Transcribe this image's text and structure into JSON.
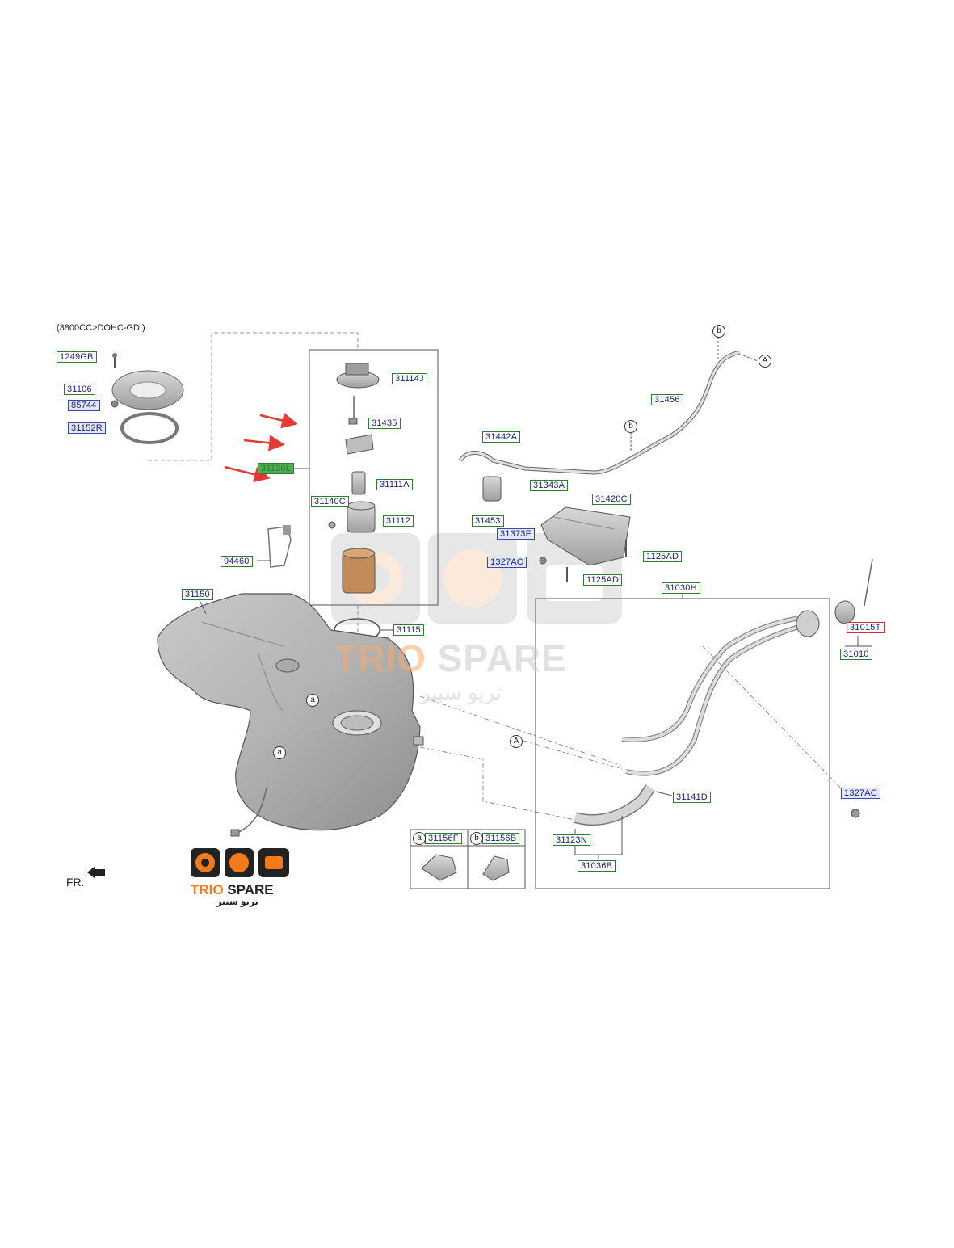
{
  "header": {
    "engine_note": "(3800CC>DOHC-GDI)"
  },
  "front_label": "FR.",
  "brand": {
    "name_part1": "TRIO",
    "name_part2": " SPARE",
    "arabic": "تريو سبير"
  },
  "part_labels": {
    "p1249GB": "1249GB",
    "p31106": "31106",
    "p85744": "85744",
    "p31152R": "31152R",
    "p31114J": "31114J",
    "p31435": "31435",
    "p31120L": "31120L",
    "p31111A": "31111A",
    "p31140C": "31140C",
    "p31112": "31112",
    "p94460": "94460",
    "p31150": "31150",
    "p31115": "31115",
    "p31442A": "31442A",
    "p31456": "31456",
    "p31343A": "31343A",
    "p31420C": "31420C",
    "p31453": "31453",
    "p31373F": "31373F",
    "p1327AC_a": "1327AC",
    "p1125AD_a": "1125AD",
    "p1125AD_b": "1125AD",
    "p31030H": "31030H",
    "p31015T": "31015T",
    "p31010": "31010",
    "p31141D": "31141D",
    "p1327AC_b": "1327AC",
    "p31123N": "31123N",
    "p31036B": "31036B",
    "p31156F": "31156F",
    "p31156B": "31156B"
  },
  "refs": {
    "a": "a",
    "b": "b",
    "A": "A"
  },
  "colors": {
    "label_border": "#2e7d32",
    "label_text": "#1a237e",
    "highlight": "#4caf50",
    "arrow": "#e53935",
    "selected": "#d32f2f"
  }
}
